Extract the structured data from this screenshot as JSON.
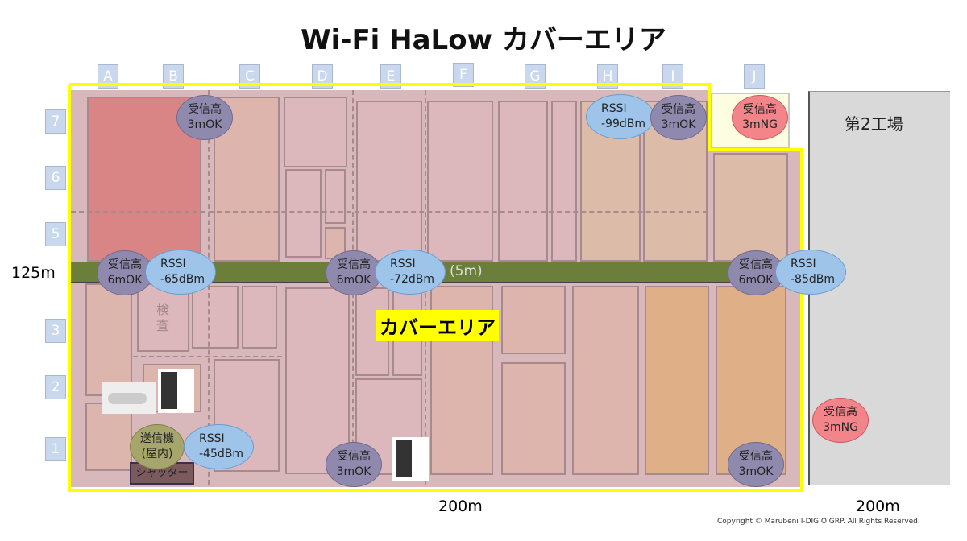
{
  "title": "Wi-Fi HaLow カバーエリア",
  "columns": [
    "A",
    "B",
    "C",
    "D",
    "E",
    "F",
    "G",
    "H",
    "I",
    "J"
  ],
  "rows": [
    "7",
    "6",
    "5",
    "3",
    "2",
    "1"
  ],
  "dimensions": {
    "height": "125m",
    "width_main": "200m",
    "width_right": "200m"
  },
  "second_factory": "第2工場",
  "road_label": "(5m)",
  "coverage_label": "カバーエリア",
  "inspection": "検査",
  "shutter": "シャッター",
  "transmitter": {
    "line1": "送信機",
    "line2": "(屋内)"
  },
  "measurements": [
    {
      "line1": "受信高",
      "line2": "3mOK"
    },
    {
      "line1": "RSSI",
      "line2": "-99dBm"
    },
    {
      "line1": "受信高",
      "line2": "3mOK"
    },
    {
      "line1": "受信高",
      "line2": "3mNG"
    },
    {
      "line1": "受信高",
      "line2": "6mOK"
    },
    {
      "line1": "RSSI",
      "line2": "-65dBm"
    },
    {
      "line1": "受信高",
      "line2": "6mOK"
    },
    {
      "line1": "RSSI",
      "line2": "-72dBm"
    },
    {
      "line1": "受信高",
      "line2": "6mOK"
    },
    {
      "line1": "RSSI",
      "line2": "-85dBm"
    },
    {
      "line1": "RSSI",
      "line2": "-45dBm"
    },
    {
      "line1": "受信高",
      "line2": "3mOK"
    },
    {
      "line1": "受信高",
      "line2": "3mOK"
    },
    {
      "line1": "受信高",
      "line2": "3mNG"
    }
  ],
  "copyright": "Copyright © Marubeni I-DIGIO GRP. All Rights Reserved.",
  "colors": {
    "coverage": "#ffff00",
    "road": "#6b7f3a",
    "recv_ok": "#8f89ad",
    "rssi": "#9ec4ea",
    "ng": "#f2858a"
  }
}
